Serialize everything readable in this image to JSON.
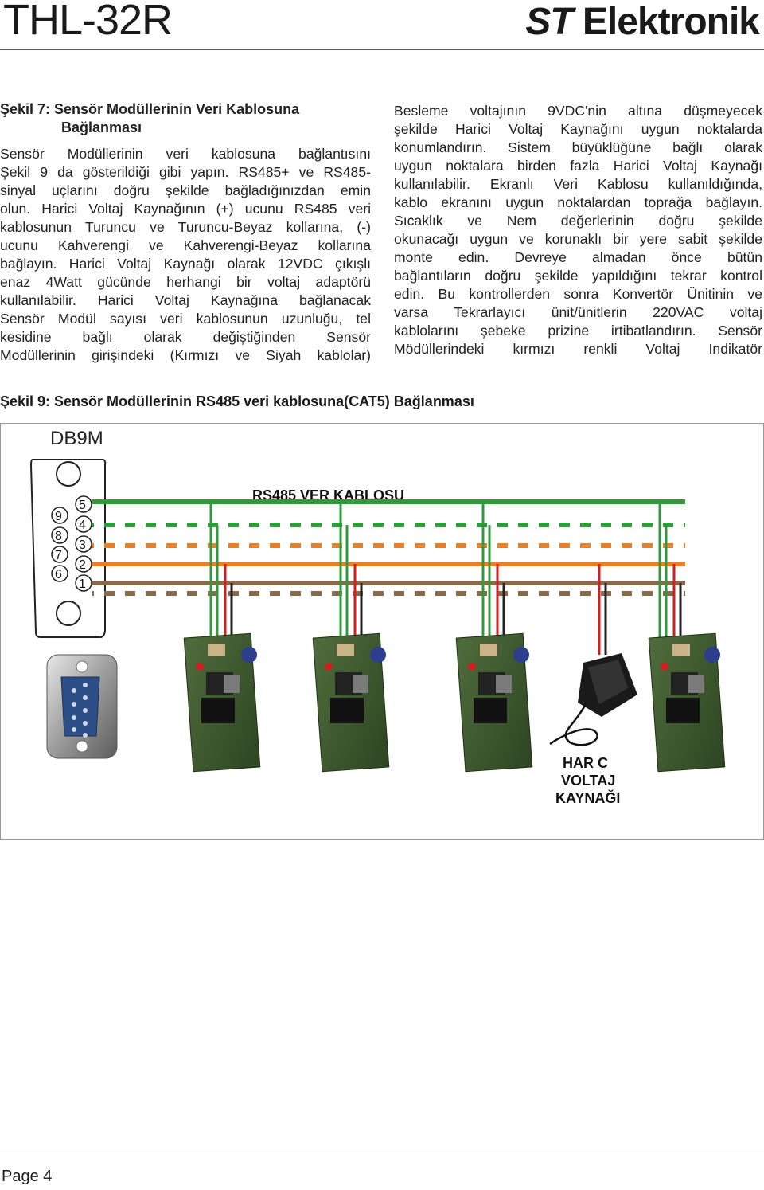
{
  "header": {
    "doc_title": "THL-32R",
    "brand_prefix": "ST",
    "brand_suffix": " Elektronik"
  },
  "left_column": {
    "heading_line1": "Şekil 7: Sensör Modüllerinin Veri Kablosuna",
    "heading_line2": "Bağlanması",
    "lines": [
      "Sensör Modüllerinin veri kablosuna bağlantısını",
      "Şekil 9 da gösterildiği gibi yapın. RS485+ ve RS485-",
      "sinyal uçlarını doğru şekilde bağladığınızdan emin",
      "olun. Harici Voltaj Kaynağının (+) ucunu RS485 veri",
      "kablosunun Turuncu ve Turuncu-Beyaz kollarına, (-)",
      "ucunu Kahverengi ve Kahverengi-Beyaz kollarına",
      "bağlayın. Harici Voltaj Kaynağı olarak 12VDC çıkışlı",
      "enaz 4Watt gücünde herhangi bir voltaj adaptörü",
      "kullanılabilir. Harici Voltaj Kaynağına bağlanacak",
      "Sensör Modül sayısı veri kablosunun uzunluğu, tel",
      "kesidine bağlı olarak değiştiğinden Sensör",
      "Modüllerinin girişindeki (Kırmızı ve Siyah kablolar)"
    ]
  },
  "right_column": {
    "lines": [
      "Besleme voltajının 9VDC'nin altına düşmeyecek",
      "şekilde Harici Voltaj Kaynağını uygun noktalarda",
      "konumlandırın. Sistem büyüklüğüne bağlı olarak",
      "uygun noktalara birden fazla Harici Voltaj Kaynağı",
      "kullanılabilir. Ekranlı Veri Kablosu kullanıldığında,",
      "kablo ekranını uygun noktalardan toprağa bağlayın.",
      "Sıcaklık ve Nem değerlerinin doğru şekilde",
      "okunacağı uygun ve korunaklı bir yere sabit şekilde",
      "monte edin. Devreye almadan önce bütün",
      "bağlantıların doğru şekilde yapıldığını tekrar kontrol",
      "edin. Bu kontrollerden sonra Konvertör Ünitinin ve",
      "varsa Tekrarlayıcı ünit/ünitlerin 220VAC voltaj",
      "kablolarını şebeke prizine irtibatlandırın. Sensör",
      "Mödüllerindeki kırmızı renkli Voltaj Indikatör"
    ]
  },
  "figure9": {
    "heading": "Şekil 9: Sensör Modüllerinin RS485 veri kablosuna(CAT5) Bağlanması",
    "connector_label": "DB9M",
    "pins_top": [
      "5",
      "4",
      "3",
      "2",
      "1"
    ],
    "pins_bottom": [
      "9",
      "8",
      "7",
      "6"
    ],
    "cable_label": "RS485 VER  KABLOSU",
    "psu_label_line1": "HAR C",
    "psu_label_line2": "VOLTAJ",
    "psu_label_line3": "KAYNAĞI",
    "wire_colors": {
      "green": "#2f9a3a",
      "orange": "#e8802a",
      "brown": "#8a6a4a",
      "red": "#d21e1e",
      "black": "#222222"
    },
    "sensor_module_count": 4
  },
  "footer": {
    "page_label": "Page 4"
  }
}
